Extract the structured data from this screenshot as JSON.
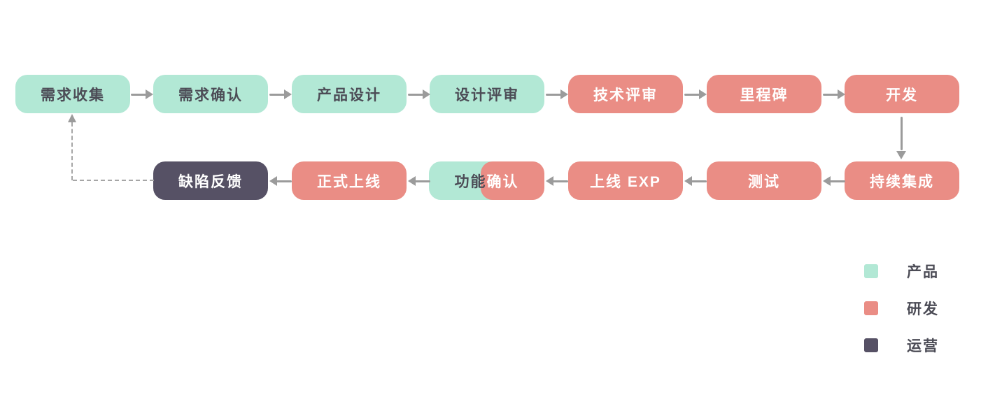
{
  "nodes": [
    {
      "label": "需求收集",
      "group": "产品"
    },
    {
      "label": "需求确认",
      "group": "产品"
    },
    {
      "label": "产品设计",
      "group": "产品"
    },
    {
      "label": "设计评审",
      "group": "产品"
    },
    {
      "label": "技术评审",
      "group": "研发"
    },
    {
      "label": "里程碑",
      "group": "研发"
    },
    {
      "label": "开发",
      "group": "研发"
    },
    {
      "label": "持续集成",
      "group": "研发"
    },
    {
      "label": "测试",
      "group": "研发"
    },
    {
      "label": "上线 EXP",
      "group": "研发"
    },
    {
      "label": "功能确认",
      "label_left": "功能",
      "label_right": "确认",
      "group": "产品+研发"
    },
    {
      "label": "正式上线",
      "group": "研发"
    },
    {
      "label": "缺陷反馈",
      "group": "运营"
    }
  ],
  "edges": [
    {
      "from": "需求收集",
      "to": "需求确认",
      "style": "solid"
    },
    {
      "from": "需求确认",
      "to": "产品设计",
      "style": "solid"
    },
    {
      "from": "产品设计",
      "to": "设计评审",
      "style": "solid"
    },
    {
      "from": "设计评审",
      "to": "技术评审",
      "style": "solid"
    },
    {
      "from": "技术评审",
      "to": "里程碑",
      "style": "solid"
    },
    {
      "from": "里程碑",
      "to": "开发",
      "style": "solid"
    },
    {
      "from": "开发",
      "to": "持续集成",
      "style": "solid"
    },
    {
      "from": "持续集成",
      "to": "测试",
      "style": "solid"
    },
    {
      "from": "测试",
      "to": "上线 EXP",
      "style": "solid"
    },
    {
      "from": "上线 EXP",
      "to": "功能确认",
      "style": "solid"
    },
    {
      "from": "功能确认",
      "to": "正式上线",
      "style": "solid"
    },
    {
      "from": "正式上线",
      "to": "缺陷反馈",
      "style": "solid"
    },
    {
      "from": "缺陷反馈",
      "to": "需求收集",
      "style": "dashed"
    }
  ],
  "legend": [
    {
      "label": "产品",
      "color": "#b2e8d5"
    },
    {
      "label": "研发",
      "color": "#ea8d85"
    },
    {
      "label": "运营",
      "color": "#565165"
    }
  ],
  "colors": {
    "product": "#b2e8d5",
    "rnd": "#ea8d85",
    "ops": "#565165",
    "arrow": "#9b9b9b",
    "text_dark": "#4c4c56",
    "text_light": "#ffffff",
    "background": "#ffffff"
  }
}
